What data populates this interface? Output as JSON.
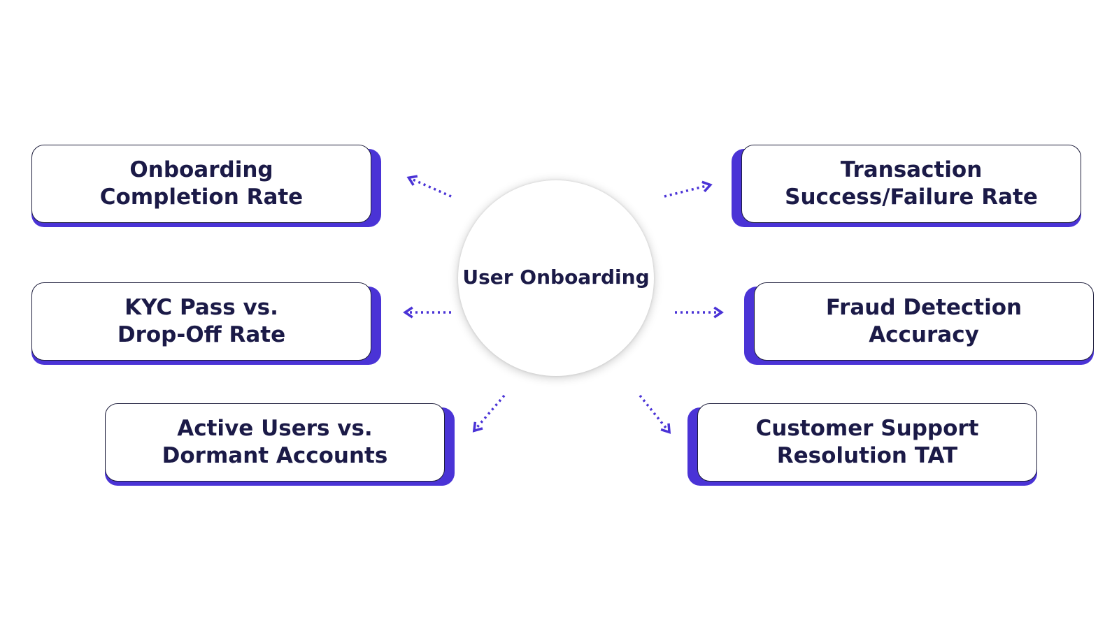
{
  "center": {
    "label": "User Onboarding"
  },
  "nodes": [
    {
      "id": "onboarding-completion-rate",
      "label": "Onboarding\nCompletion Rate"
    },
    {
      "id": "kyc-pass-vs-drop-off-rate",
      "label": "KYC Pass vs.\nDrop-Off Rate"
    },
    {
      "id": "active-users-vs-dormant-accounts",
      "label": "Active Users vs.\nDormant Accounts"
    },
    {
      "id": "transaction-success-failure-rate",
      "label": "Transaction\nSuccess/Failure Rate"
    },
    {
      "id": "fraud-detection-accuracy",
      "label": "Fraud Detection\nAccuracy"
    },
    {
      "id": "customer-support-resolution-tat",
      "label": "Customer Support\nResolution TAT"
    }
  ],
  "colors": {
    "accent": "#4a33d6",
    "text": "#1b1a47",
    "border": "#1c1c3a"
  },
  "icons": {
    "connector": "dotted-arrow-icon"
  }
}
